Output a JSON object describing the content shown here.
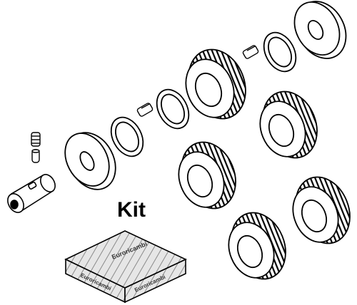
{
  "kit": {
    "label": "Kit",
    "box_brand_text": "Euroricambi"
  },
  "colors": {
    "ink": "#000000",
    "paper": "#ffffff",
    "box_pattern": "#8a8a8a"
  },
  "parts": [
    "set-screw",
    "dowel-pin",
    "shaft-sleeve",
    "thrust-washer",
    "spacer-ring",
    "key",
    "gear"
  ]
}
